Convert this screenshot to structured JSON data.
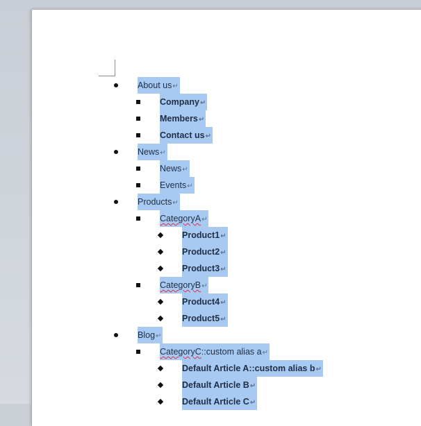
{
  "document": {
    "pilcrow": "↵",
    "items": [
      {
        "level": 1,
        "marker": "disc",
        "text": "About us",
        "bold": false
      },
      {
        "level": 2,
        "marker": "square",
        "text": "Company",
        "bold": true
      },
      {
        "level": 2,
        "marker": "square",
        "text": "Members",
        "bold": true
      },
      {
        "level": 2,
        "marker": "square",
        "text": "Contact us",
        "bold": true
      },
      {
        "level": 1,
        "marker": "disc",
        "text": "News",
        "bold": false
      },
      {
        "level": 2,
        "marker": "square",
        "text": "News",
        "bold": false
      },
      {
        "level": 2,
        "marker": "square",
        "text": "Events",
        "bold": false
      },
      {
        "level": 1,
        "marker": "disc",
        "text": "Products",
        "bold": false
      },
      {
        "level": 2,
        "marker": "square",
        "text": "CategoryA",
        "bold": false,
        "spell": true
      },
      {
        "level": 3,
        "marker": "diamond",
        "text": "Product1",
        "bold": true
      },
      {
        "level": 3,
        "marker": "diamond",
        "text": "Product2",
        "bold": true
      },
      {
        "level": 3,
        "marker": "diamond",
        "text": "Product3",
        "bold": true
      },
      {
        "level": 2,
        "marker": "square",
        "text": "CategoryB",
        "bold": false,
        "spell": true
      },
      {
        "level": 3,
        "marker": "diamond",
        "text": "Product4",
        "bold": true
      },
      {
        "level": 3,
        "marker": "diamond",
        "text": "Product5",
        "bold": true
      },
      {
        "level": 1,
        "marker": "disc",
        "text": "Blog",
        "bold": false
      },
      {
        "level": 2,
        "marker": "square",
        "text": "CategoryC::custom alias a",
        "bold": false,
        "spell_prefix": "CategoryC"
      },
      {
        "level": 3,
        "marker": "diamond",
        "text": "Default Article A::custom  alias b",
        "bold": true
      },
      {
        "level": 3,
        "marker": "diamond",
        "text": "Default Article B",
        "bold": true
      },
      {
        "level": 3,
        "marker": "diamond",
        "text": "Default Article C",
        "bold": true
      }
    ]
  }
}
